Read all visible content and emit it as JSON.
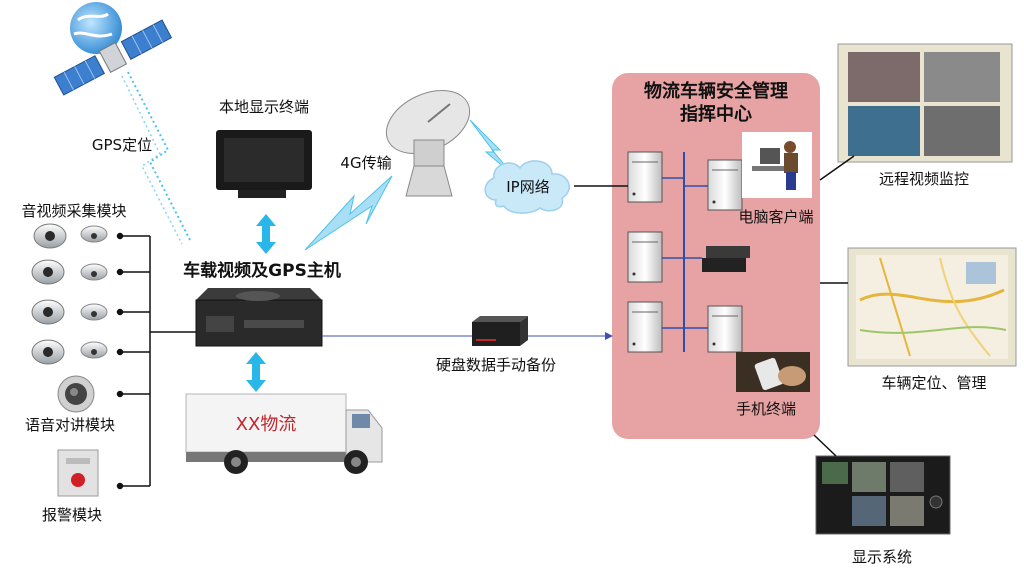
{
  "labels": {
    "gps_position": "GPS定位",
    "local_display": "本地显示终端",
    "transmission_4g": "4G传输",
    "ip_network": "IP网络",
    "av_capture": "音视频采集模块",
    "voice_intercom": "语音对讲模块",
    "alarm_module": "报警模块",
    "vehicle_host": "车载视频及GPS主机",
    "truck_brand": "XX物流",
    "hdd_backup": "硬盘数据手动备份",
    "command_center_line1": "物流车辆安全管理",
    "command_center_line2": "指挥中心",
    "pc_client": "电脑客户端",
    "mobile_terminal": "手机终端",
    "remote_video": "远程视频监控",
    "vehicle_location": "车辆定位、管理",
    "display_system": "显示系统"
  },
  "colors": {
    "command_center_fill": "#e7a3a4",
    "arrow_cyan": "#29b6e8",
    "wireless_cyan": "#4cc3ea",
    "link_blue": "#3f4fb5",
    "truck_brand_red": "#c0272d"
  },
  "icons": [
    "satellite-icon",
    "dish-antenna-icon",
    "cloud-icon",
    "server-icon",
    "camera-icon",
    "monitor-icon",
    "dvr-icon",
    "truck-icon",
    "hdd-icon",
    "alarm-button-icon",
    "speaker-icon"
  ]
}
